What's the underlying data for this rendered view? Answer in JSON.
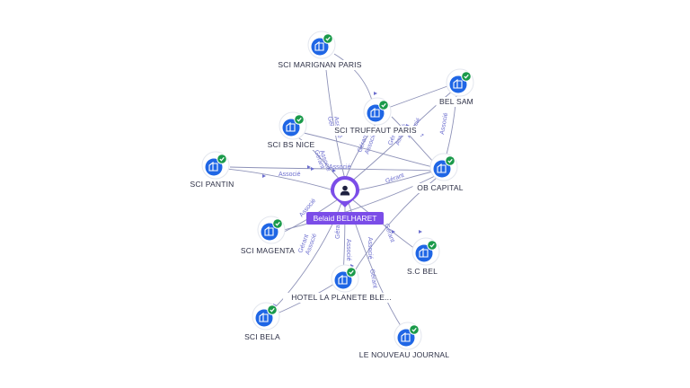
{
  "center": {
    "name": "Belaid BELHARET",
    "icon": "person-icon"
  },
  "nodes": [
    {
      "id": "sci-marignan-paris",
      "label": "SCI MARIGNAN PARIS",
      "icon": "company-icon",
      "status": "verified"
    },
    {
      "id": "sci-truffaut-paris",
      "label": "SCI TRUFFAUT PARIS",
      "icon": "company-icon",
      "status": "verified"
    },
    {
      "id": "bel-sam",
      "label": "BEL SAM",
      "icon": "company-icon",
      "status": "verified"
    },
    {
      "id": "sci-bs-nice",
      "label": "SCI BS NICE",
      "icon": "company-icon",
      "status": "verified"
    },
    {
      "id": "sci-pantin",
      "label": "SCI PANTIN",
      "icon": "company-icon",
      "status": "verified"
    },
    {
      "id": "ob-capital",
      "label": "OB CAPITAL",
      "icon": "company-icon",
      "status": "verified"
    },
    {
      "id": "sci-magenta",
      "label": "SCI MAGENTA",
      "icon": "company-icon",
      "status": "verified"
    },
    {
      "id": "s-c-bel",
      "label": "S.C BEL",
      "icon": "company-icon",
      "status": "verified"
    },
    {
      "id": "hotel-la-planete",
      "label": "HOTEL LA PLANETE BLE...",
      "icon": "company-icon",
      "status": "verified"
    },
    {
      "id": "sci-bela",
      "label": "SCI BELA",
      "icon": "company-icon",
      "status": "verified"
    },
    {
      "id": "le-nouveau-journal",
      "label": "LE NOUVEAU JOURNAL",
      "icon": "company-icon",
      "status": "verified"
    }
  ],
  "edge_labels": {
    "associe": "Associé",
    "gerant": "Gérant"
  },
  "colors": {
    "company": "#1f66e5",
    "verified": "#1a9a4a",
    "person": "#7b4de8",
    "edge": "#8e92b8",
    "edge_label": "#6d6fcf"
  }
}
